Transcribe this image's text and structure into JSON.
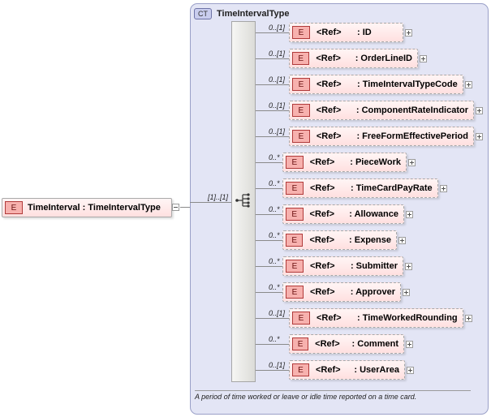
{
  "complex_type": {
    "badge": "CT",
    "title": "TimeIntervalType"
  },
  "root": {
    "badge": "E",
    "name": "TimeInterval : TimeIntervalType",
    "multiplicity": "[1]..[1]"
  },
  "elements": [
    {
      "badge": "E",
      "ref": "<Ref>",
      "name": ": ID",
      "multiplicity": "0..[1]"
    },
    {
      "badge": "E",
      "ref": "<Ref>",
      "name": ": OrderLineID",
      "multiplicity": "0..[1]"
    },
    {
      "badge": "E",
      "ref": "<Ref>",
      "name": ": TimeIntervalTypeCode",
      "multiplicity": "0..[1]"
    },
    {
      "badge": "E",
      "ref": "<Ref>",
      "name": ": ComponentRateIndicator",
      "multiplicity": "0..[1]"
    },
    {
      "badge": "E",
      "ref": "<Ref>",
      "name": ": FreeFormEffectivePeriod",
      "multiplicity": "0..[1]"
    },
    {
      "badge": "E",
      "ref": "<Ref>",
      "name": ": PieceWork",
      "multiplicity": "0..*"
    },
    {
      "badge": "E",
      "ref": "<Ref>",
      "name": ": TimeCardPayRate",
      "multiplicity": "0..*"
    },
    {
      "badge": "E",
      "ref": "<Ref>",
      "name": ": Allowance",
      "multiplicity": "0..*"
    },
    {
      "badge": "E",
      "ref": "<Ref>",
      "name": ": Expense",
      "multiplicity": "0..*"
    },
    {
      "badge": "E",
      "ref": "<Ref>",
      "name": ": Submitter",
      "multiplicity": "0..*"
    },
    {
      "badge": "E",
      "ref": "<Ref>",
      "name": ": Approver",
      "multiplicity": "0..*"
    },
    {
      "badge": "E",
      "ref": "<Ref>",
      "name": ": TimeWorkedRounding",
      "multiplicity": "0..[1]"
    },
    {
      "badge": "E",
      "ref": "<Ref>",
      "name": ": Comment",
      "multiplicity": "0..*"
    },
    {
      "badge": "E",
      "ref": "<Ref>",
      "name": ": UserArea",
      "multiplicity": "0..[1]"
    }
  ],
  "documentation": "A period of time worked or leave or idle time reported on a time card."
}
